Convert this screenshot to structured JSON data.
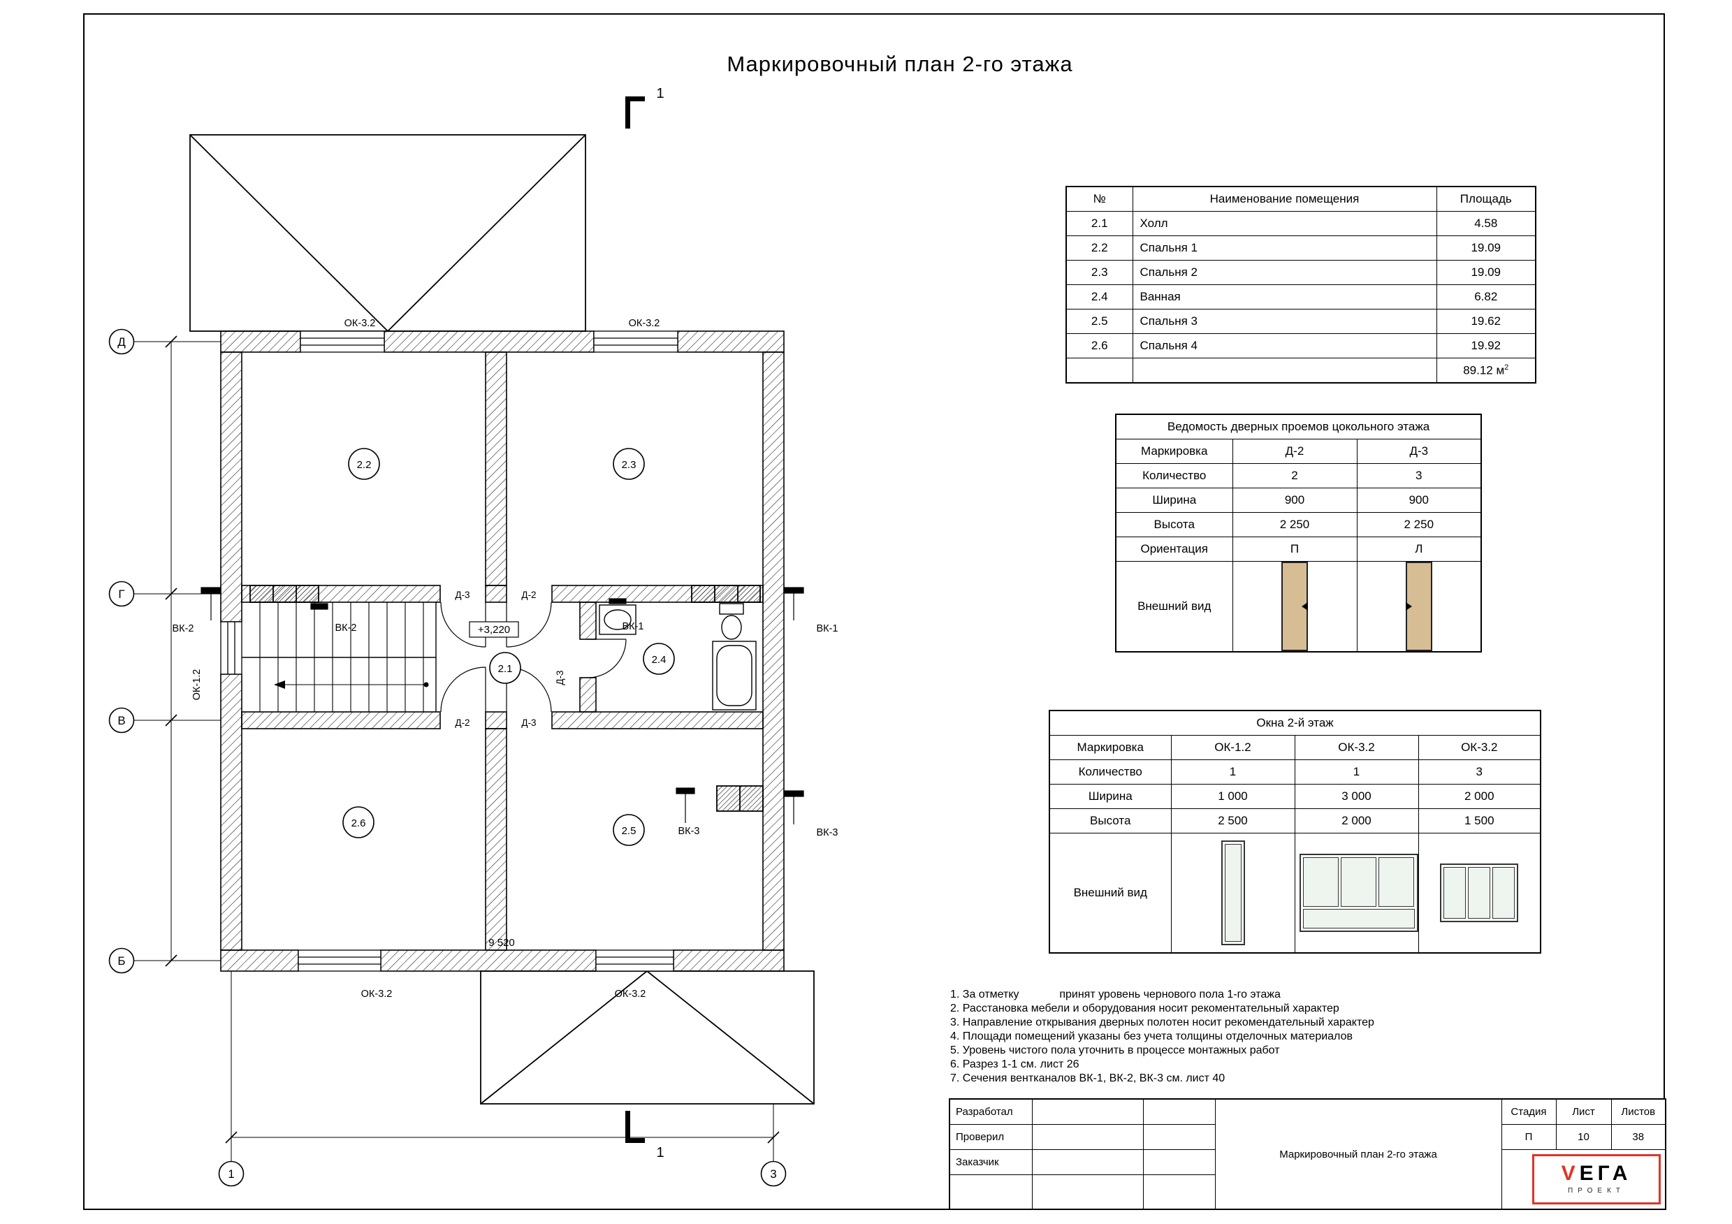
{
  "colors": {
    "accent_red": "#e23325",
    "door_leaf_tan": "#d7bd93",
    "window_glass": "#eef4ee"
  },
  "title": "Маркировочный план 2-го этажа",
  "plan": {
    "axis_rows": {
      "d": "Д",
      "g": "Г",
      "v": "В",
      "b": "Б"
    },
    "axis_cols": {
      "c1": "1",
      "c3": "3"
    },
    "rooms": {
      "r21": "2.1",
      "r22": "2.2",
      "r23": "2.3",
      "r24": "2.4",
      "r25": "2.5",
      "r26": "2.6"
    },
    "windows": {
      "ok32": "ОК-3.2",
      "ok12": "ОК-1.2"
    },
    "vents": {
      "vk1": "ВК-1",
      "vk2": "ВК-2",
      "vk3": "ВК-3"
    },
    "doors": {
      "d2": "Д-2",
      "d3": "Д-3"
    },
    "elevation": "+3,220",
    "dim_width": "9 520",
    "section_mark": "1"
  },
  "room_table": {
    "headers": [
      "№",
      "Наименование помещения",
      "Площадь"
    ],
    "rows": [
      {
        "num": "2.1",
        "name": "Холл",
        "area": "4.58"
      },
      {
        "num": "2.2",
        "name": "Спальня 1",
        "area": "19.09"
      },
      {
        "num": "2.3",
        "name": "Спальня 2",
        "area": "19.09"
      },
      {
        "num": "2.4",
        "name": "Ванная",
        "area": "6.82"
      },
      {
        "num": "2.5",
        "name": "Спальня 3",
        "area": "19.62"
      },
      {
        "num": "2.6",
        "name": "Спальня 4",
        "area": "19.92"
      }
    ],
    "total": "89.12 м",
    "total_sup": "2"
  },
  "door_table": {
    "title": "Ведомость дверных проемов цокольного этажа",
    "rows": [
      {
        "label": "Маркировка",
        "values": [
          "Д-2",
          "Д-3"
        ]
      },
      {
        "label": "Количество",
        "values": [
          "2",
          "3"
        ]
      },
      {
        "label": "Ширина",
        "values": [
          "900",
          "900"
        ]
      },
      {
        "label": "Высота",
        "values": [
          "2 250",
          "2 250"
        ]
      },
      {
        "label": "Ориентация",
        "values": [
          "П",
          "Л"
        ]
      }
    ],
    "view_label": "Внешний вид"
  },
  "window_table": {
    "title": "Окна 2-й этаж",
    "rows": [
      {
        "label": "Маркировка",
        "values": [
          "ОК-1.2",
          "ОК-3.2",
          "ОК-3.2"
        ]
      },
      {
        "label": "Количество",
        "values": [
          "1",
          "1",
          "3"
        ]
      },
      {
        "label": "Ширина",
        "values": [
          "1 000",
          "3 000",
          "2 000"
        ]
      },
      {
        "label": "Высота",
        "values": [
          "2 500",
          "2 000",
          "1 500"
        ]
      }
    ],
    "view_label": "Внешний вид"
  },
  "notes": {
    "items": [
      "1. За отметку             принят уровень чернового пола 1-го этажа",
      "2. Расстановка мебели и оборудования носит рекоментательный характер",
      "3. Направление открывания дверных полотен носит рекомендательный характер",
      "4. Площади помещений указаны без учета толщины отделочных материалов",
      "5. Уровень чистого пола уточнить в процессе монтажных работ",
      "6. Разрез 1-1 см. лист 26",
      "7. Сечения вентканалов ВК-1, ВК-2, ВК-3 см. лист 40"
    ]
  },
  "titleblock": {
    "row_labels": [
      "Разработал",
      "Проверил",
      "Заказчик"
    ],
    "doc_title": "Маркировочный план 2-го этажа",
    "stage_label": "Стадия",
    "sheet_label": "Лист",
    "sheets_label": "Листов",
    "stage": "П",
    "sheet": "10",
    "sheets": "38",
    "logo_v": "V",
    "logo_rest": "ЕГА",
    "logo_sub": "ПРОЕКТ"
  }
}
